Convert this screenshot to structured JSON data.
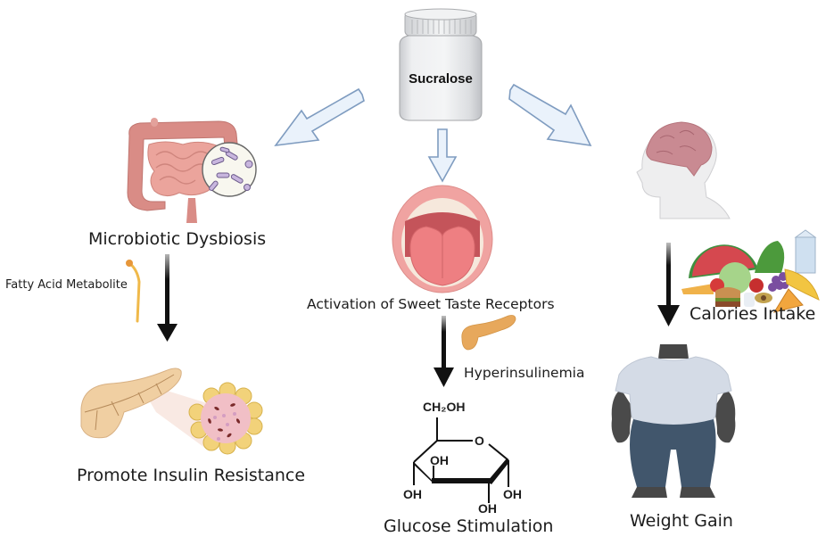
{
  "diagram": {
    "source": {
      "label": "Sucralose",
      "icon": "pill-bottle-icon"
    },
    "pathways": [
      {
        "id": "gut",
        "icon": "intestine-bacteria-icon",
        "effect": "Microbiotic Dysbiosis",
        "mediator": {
          "label": "Fatty Acid Metabolite",
          "icon": "fatty-acid-icon"
        },
        "outcome": {
          "label": "Promote Insulin Resistance",
          "icon": "pancreas-islet-icon"
        }
      },
      {
        "id": "taste",
        "icon": "open-mouth-tongue-icon",
        "effect": "Activation of Sweet Taste Receptors",
        "mediator": {
          "label": "Hyperinsulinemia",
          "icon": "pancreas-icon"
        },
        "outcome": {
          "label": "Glucose Stimulation",
          "icon": "glucose-structure-icon",
          "structure_labels": {
            "ch2oh": "CH₂OH",
            "o": "O",
            "oh": "OH"
          }
        }
      },
      {
        "id": "brain",
        "icon": "head-brain-icon",
        "effect": "",
        "mediator": {
          "label": "Calories Intake",
          "icon": "food-pile-icon"
        },
        "outcome": {
          "label": "Weight Gain",
          "icon": "overweight-person-icon"
        }
      }
    ],
    "colors": {
      "hollow_arrow_fill": "#eaf2fb",
      "hollow_arrow_stroke": "#7f9cc0",
      "solid_arrow": "#111111",
      "intestine": "#d98c86",
      "tongue": "#e8767a",
      "pancreas": "#e7a85c",
      "brain": "#c98a92",
      "shirt": "#d4dbe6",
      "pants": "#41566c",
      "skin_dark": "#4a4a4a"
    }
  }
}
